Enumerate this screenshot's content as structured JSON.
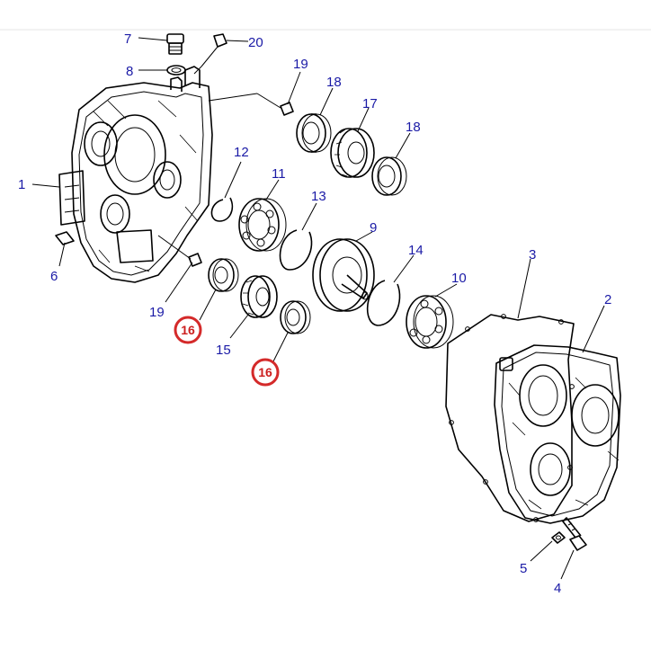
{
  "callouts": [
    {
      "id": "c1",
      "label": "1"
    },
    {
      "id": "c2",
      "label": "2"
    },
    {
      "id": "c3",
      "label": "3"
    },
    {
      "id": "c4",
      "label": "4"
    },
    {
      "id": "c5",
      "label": "5"
    },
    {
      "id": "c6",
      "label": "6"
    },
    {
      "id": "c7",
      "label": "7"
    },
    {
      "id": "c8",
      "label": "8"
    },
    {
      "id": "c9",
      "label": "9"
    },
    {
      "id": "c10",
      "label": "10"
    },
    {
      "id": "c11",
      "label": "11"
    },
    {
      "id": "c12",
      "label": "12"
    },
    {
      "id": "c13",
      "label": "13"
    },
    {
      "id": "c14",
      "label": "14"
    },
    {
      "id": "c15",
      "label": "15"
    },
    {
      "id": "c16a",
      "label": "16"
    },
    {
      "id": "c16b",
      "label": "16"
    },
    {
      "id": "c17",
      "label": "17"
    },
    {
      "id": "c18a",
      "label": "18"
    },
    {
      "id": "c18b",
      "label": "18"
    },
    {
      "id": "c19a",
      "label": "19"
    },
    {
      "id": "c19b",
      "label": "19"
    },
    {
      "id": "c20",
      "label": "20"
    }
  ],
  "highlighted_label": "16",
  "colors": {
    "callout": "#1a1aa6",
    "highlight": "#d42a2a",
    "line": "#000000"
  }
}
